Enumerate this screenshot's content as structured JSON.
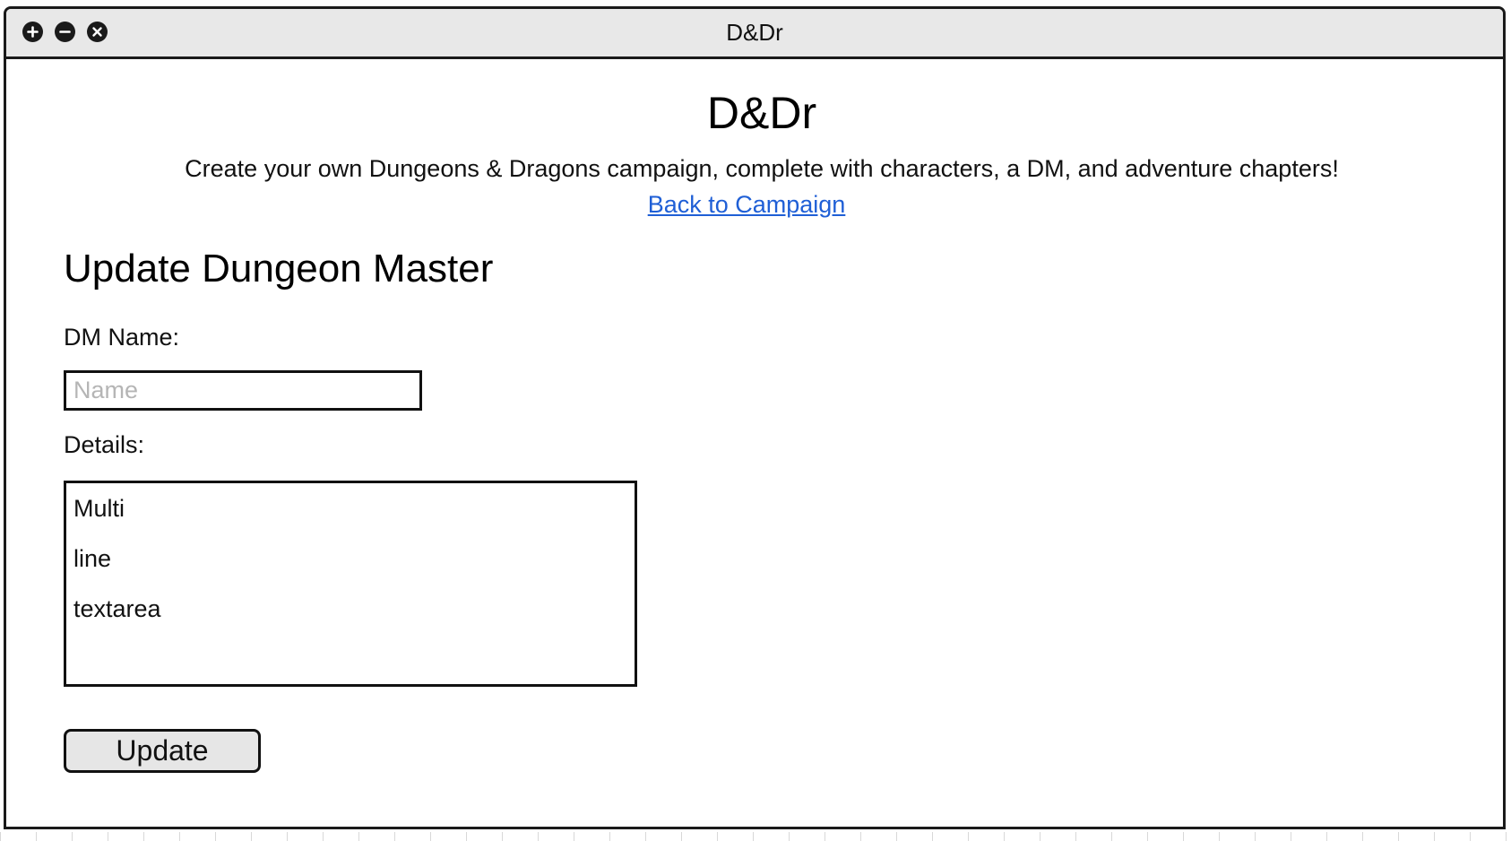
{
  "window": {
    "title": "D&Dr",
    "controls": [
      "plus-icon",
      "minus-icon",
      "close-icon"
    ]
  },
  "header": {
    "app_title": "D&Dr",
    "tagline": "Create your own Dungeons & Dragons campaign, complete with characters, a DM, and adventure chapters!",
    "back_link": "Back to Campaign"
  },
  "form": {
    "title": "Update Dungeon Master",
    "name_label": "DM Name:",
    "name_value": "",
    "name_placeholder": "Name",
    "details_label": "Details:",
    "details_value": "Multi\nline\ntextarea",
    "submit_label": "Update"
  },
  "colors": {
    "link": "#1f5fd6",
    "titlebar": "#e8e8e8",
    "button": "#e6e6e6",
    "border": "#111111"
  }
}
